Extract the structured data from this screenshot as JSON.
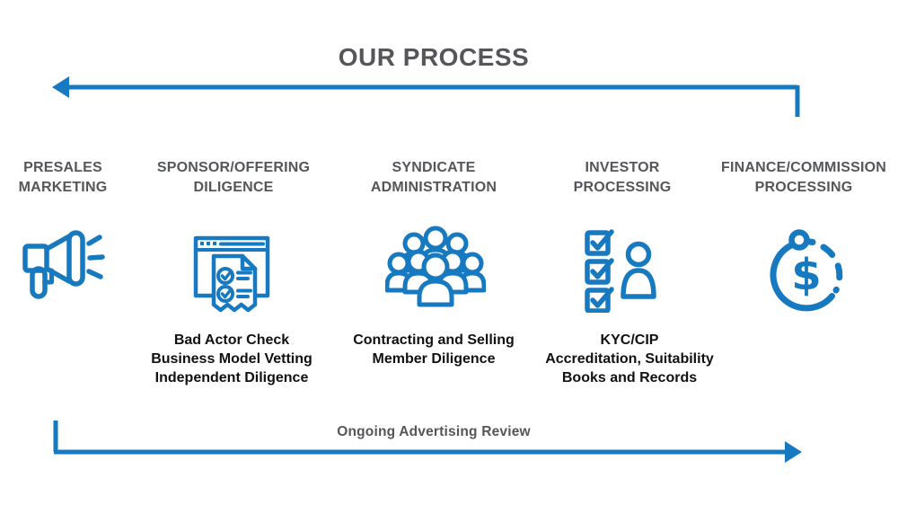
{
  "title": "OUR PROCESS",
  "colors": {
    "accent_blue": "#1779BF",
    "heading_gray": "#54565A",
    "body_text": "#111111"
  },
  "top_arrow": {
    "direction": "left"
  },
  "bottom_arrow": {
    "direction": "right",
    "label": "Ongoing Advertising Review"
  },
  "stages": [
    {
      "name": "PRESALES MARKETING",
      "icon": "megaphone-icon",
      "details": []
    },
    {
      "name": "SPONSOR/OFFERING DILIGENCE",
      "icon": "diligence-document-icon",
      "details": [
        "Bad Actor Check",
        "Business Model Vetting",
        "Independent Diligence"
      ]
    },
    {
      "name": "SYNDICATE ADMINISTRATION",
      "icon": "people-group-icon",
      "details": [
        "Contracting and Selling",
        "Member Diligence"
      ]
    },
    {
      "name": "INVESTOR PROCESSING",
      "icon": "checklist-person-icon",
      "details": [
        "KYC/CIP",
        "Accreditation, Suitability",
        "Books and Records"
      ]
    },
    {
      "name": "FINANCE/COMMISSION PROCESSING",
      "icon": "dollar-coin-icon",
      "details": []
    }
  ]
}
